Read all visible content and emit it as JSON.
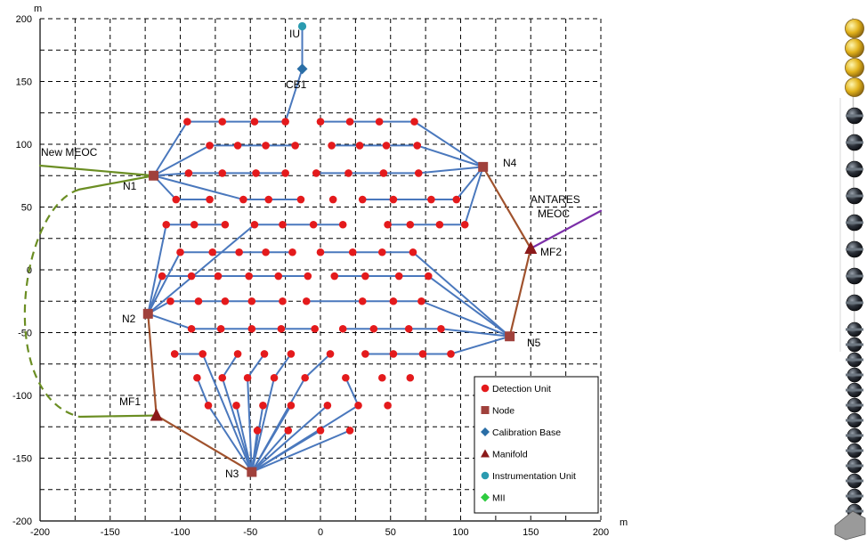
{
  "axes": {
    "x_unit": "m",
    "y_unit": "m",
    "xlim": [
      -200,
      200
    ],
    "ylim": [
      -200,
      200
    ],
    "x_ticks": [
      -200,
      -150,
      -100,
      -50,
      0,
      50,
      100,
      150,
      200
    ],
    "y_ticks": [
      200,
      150,
      100,
      50,
      0,
      -50,
      -100,
      -150,
      -200
    ],
    "grid": "dashed"
  },
  "labels": {
    "iu": "IU",
    "cb1": "CB1",
    "new_meoc": "New MEOC",
    "antares_meoc_1": "ANTARES",
    "antares_meoc_2": "MEOC",
    "n1": "N1",
    "n2": "N2",
    "n3": "N3",
    "n4": "N4",
    "n5": "N5",
    "mf1": "MF1",
    "mf2": "MF2"
  },
  "legend": {
    "position": "bottom-right",
    "items": [
      {
        "label": "Detection Unit",
        "shape": "circle",
        "color": "#e41a1c"
      },
      {
        "label": "Node",
        "shape": "square",
        "color": "#a0413c"
      },
      {
        "label": "Calibration Base",
        "shape": "diamond",
        "color": "#2a6ea6"
      },
      {
        "label": "Manifold",
        "shape": "triangle",
        "color": "#8b1a1a"
      },
      {
        "label": "Instrumentation Unit",
        "shape": "circle",
        "color": "#2b9bb0"
      },
      {
        "label": "MII",
        "shape": "diamond",
        "color": "#2ecc40"
      }
    ]
  },
  "colors": {
    "detection_unit": "#e41a1c",
    "node": "#a0413c",
    "manifold": "#8b1a1a",
    "calibration_base": "#2a6ea6",
    "instrumentation_unit": "#2b9bb0",
    "cable": "#4a78bd",
    "manifold_link": "#a0522d",
    "new_meoc_link": "#6b8e23",
    "antares_link": "#7b2fa8"
  },
  "chart_data": {
    "type": "scatter",
    "nodes": [
      {
        "id": "N1",
        "x": -119,
        "y": 75
      },
      {
        "id": "N2",
        "x": -123,
        "y": -35
      },
      {
        "id": "N3",
        "x": -49,
        "y": -161
      },
      {
        "id": "N4",
        "x": 116,
        "y": 82
      },
      {
        "id": "N5",
        "x": 135,
        "y": -53
      }
    ],
    "manifolds": [
      {
        "id": "MF1",
        "x": -117,
        "y": -116
      },
      {
        "id": "MF2",
        "x": 150,
        "y": 17
      }
    ],
    "calibration_base": {
      "id": "CB1",
      "x": -13,
      "y": 160
    },
    "instrumentation_unit": {
      "id": "IU",
      "x": -13,
      "y": 194
    },
    "detection_unit_rows": [
      {
        "y": 118,
        "x": [
          -95,
          -70,
          -47,
          -25,
          0,
          21,
          42,
          67
        ]
      },
      {
        "y": 99,
        "x": [
          -79,
          -59,
          -39,
          -18,
          8,
          28,
          47,
          69
        ]
      },
      {
        "y": 77,
        "x": [
          -94,
          -70,
          -46,
          -25,
          -3,
          20,
          45,
          70
        ]
      },
      {
        "y": 56,
        "x": [
          -103,
          -79,
          -55,
          -37,
          -14,
          9,
          30,
          52,
          79,
          97
        ]
      },
      {
        "y": 36,
        "x": [
          -110,
          -90,
          -68,
          -47,
          -27,
          -5,
          16,
          48,
          64,
          85,
          103
        ]
      },
      {
        "y": 14,
        "x": [
          -100,
          -77,
          -58,
          -39,
          -20,
          0,
          23,
          44,
          66
        ]
      },
      {
        "y": -5,
        "x": [
          -113,
          -92,
          -73,
          -51,
          -30,
          -9,
          10,
          32,
          56,
          77
        ]
      },
      {
        "y": -25,
        "x": [
          -107,
          -87,
          -68,
          -49,
          -27,
          -10,
          30,
          52,
          72
        ]
      },
      {
        "y": -47,
        "x": [
          -92,
          -71,
          -49,
          -28,
          -4,
          16,
          38,
          63,
          86
        ]
      },
      {
        "y": -67,
        "x": [
          -104,
          -84,
          -59,
          -40,
          -21,
          7,
          32,
          52,
          73,
          93
        ]
      },
      {
        "y": -86,
        "x": [
          -88,
          -70,
          -52,
          -33,
          -11,
          18,
          44,
          64
        ]
      },
      {
        "y": -108,
        "x": [
          -80,
          -60,
          -41,
          -21,
          5,
          27,
          48
        ]
      },
      {
        "y": -128,
        "x": [
          -45,
          -23,
          0,
          21
        ]
      }
    ]
  }
}
